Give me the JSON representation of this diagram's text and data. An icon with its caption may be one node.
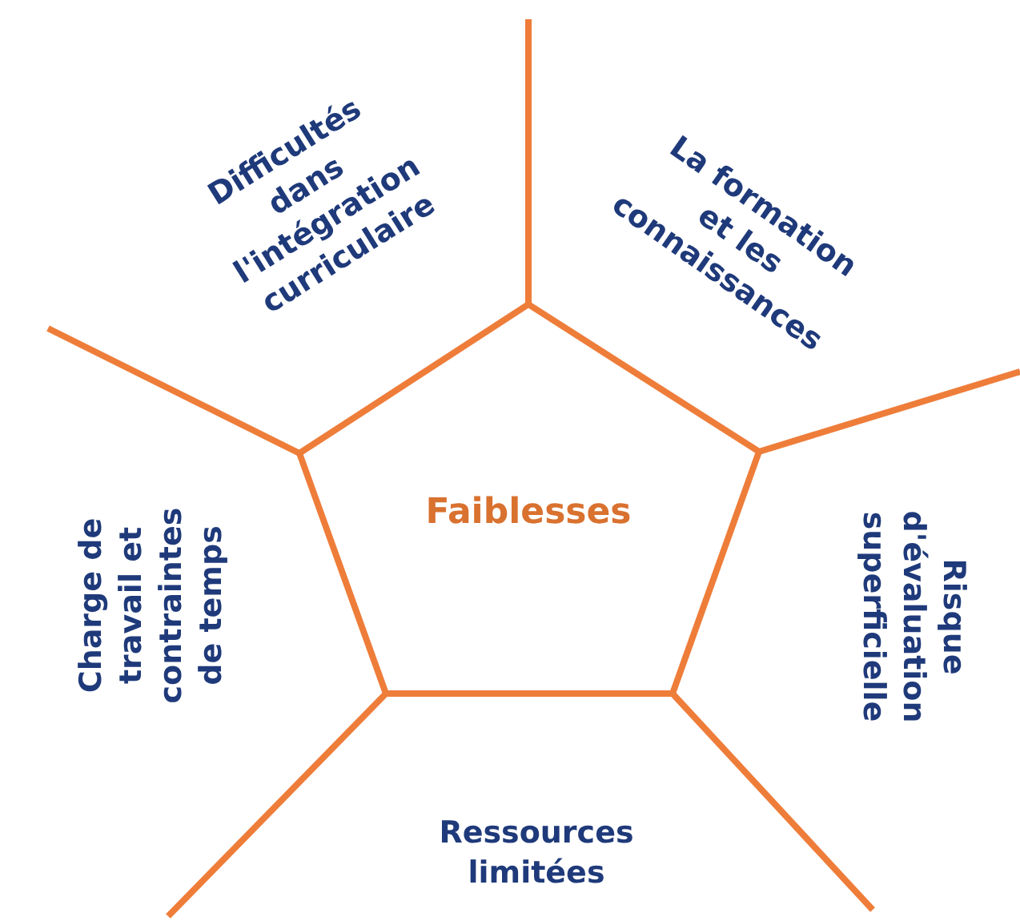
{
  "diagram": {
    "nodes": [
      {
        "text": [
          "Faiblesses"
        ]
      },
      {
        "text": [
          "Difficultés dans l'intégration curriculaire"
        ]
      },
      {
        "text": [
          "La formation et les connaissances"
        ]
      },
      {
        "text": [
          "Risque d'évaluation superficielle"
        ]
      },
      {
        "text": [
          "Ressources limitées"
        ]
      },
      {
        "text": [
          "Charge de travail et contraintes de temps"
        ]
      }
    ],
    "edges": []
  }
}
